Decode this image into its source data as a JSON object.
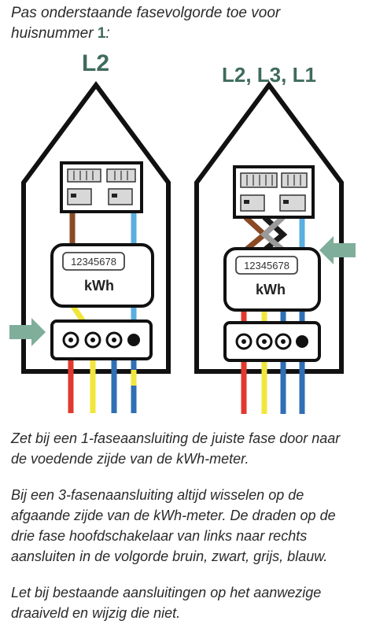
{
  "intro": {
    "text": "Pas onderstaande fasevolgorde toe voor huisnummer",
    "house_number": "1",
    "suffix": ":"
  },
  "houses": [
    {
      "label": "L2",
      "meter_number": "12345678",
      "meter_unit": "kWh",
      "arrow_side": "left"
    },
    {
      "label": "L2, L3, L1",
      "meter_number": "12345678",
      "meter_unit": "kWh",
      "arrow_side": "right"
    }
  ],
  "notes": [
    "Zet bij een 1-faseaansluiting de juiste fase door naar de voedende zijde van de kWh-meter.",
    "Bij een 3-fasenaansluiting altijd wisselen op de afgaande zijde van de kWh-meter. De draden op de drie fase hoofdschakelaar van links naar rechts aansluiten in de volgorde bruin, zwart, grijs, blauw.",
    "Let bij bestaande aansluitingen op het aanwezige draaiveld en wijzig die niet."
  ],
  "colors": {
    "accent": "#3f6b5b",
    "arrow": "#7fae9a",
    "wire_red": "#e0392f",
    "wire_yellow": "#f1e63b",
    "wire_blue": "#2f6fb6",
    "wire_light_blue": "#5aaee0",
    "wire_brown": "#8a4a25",
    "wire_black": "#1a1a1a",
    "wire_grey": "#9a9a9a"
  }
}
